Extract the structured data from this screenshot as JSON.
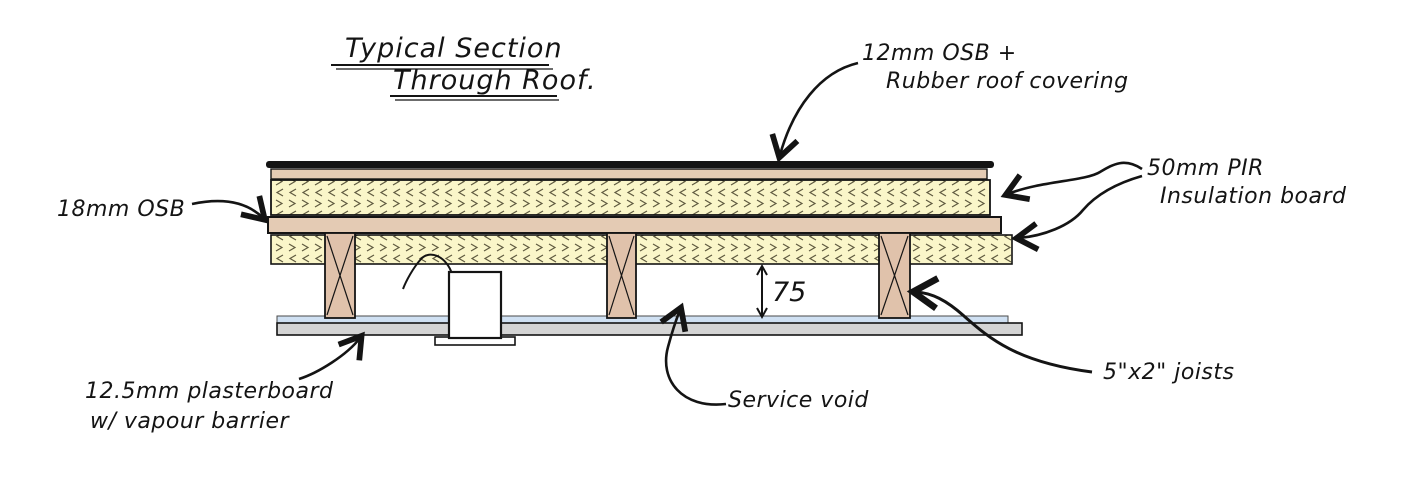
{
  "title": {
    "line1": "Typical Section",
    "line2": "Through Roof."
  },
  "annotations": {
    "roof_covering": {
      "line1": "12mm OSB +",
      "line2": "Rubber roof covering"
    },
    "insulation": {
      "line1": "50mm PIR",
      "line2": "Insulation board"
    },
    "osb_deck": {
      "label": "18mm OSB"
    },
    "plasterboard": {
      "line1": "12.5mm plasterboard",
      "line2": "w/ vapour barrier"
    },
    "service_void": {
      "label": "Service void"
    },
    "joists": {
      "label": "5\"x2\" joists"
    },
    "void_dimension": {
      "value": "75"
    }
  },
  "colors": {
    "ink": "#141414",
    "paper": "#ffffff",
    "insulation_fill": "#faf6c9",
    "insulation_hatch": "#5f5a40",
    "osb_fill": "#e4cbb4",
    "joist_fill": "#e0c2ab",
    "plasterboard_fill": "#d4d4d4",
    "vapour_barrier_fill": "#cfe0f2",
    "roof_membrane": "#141414"
  }
}
